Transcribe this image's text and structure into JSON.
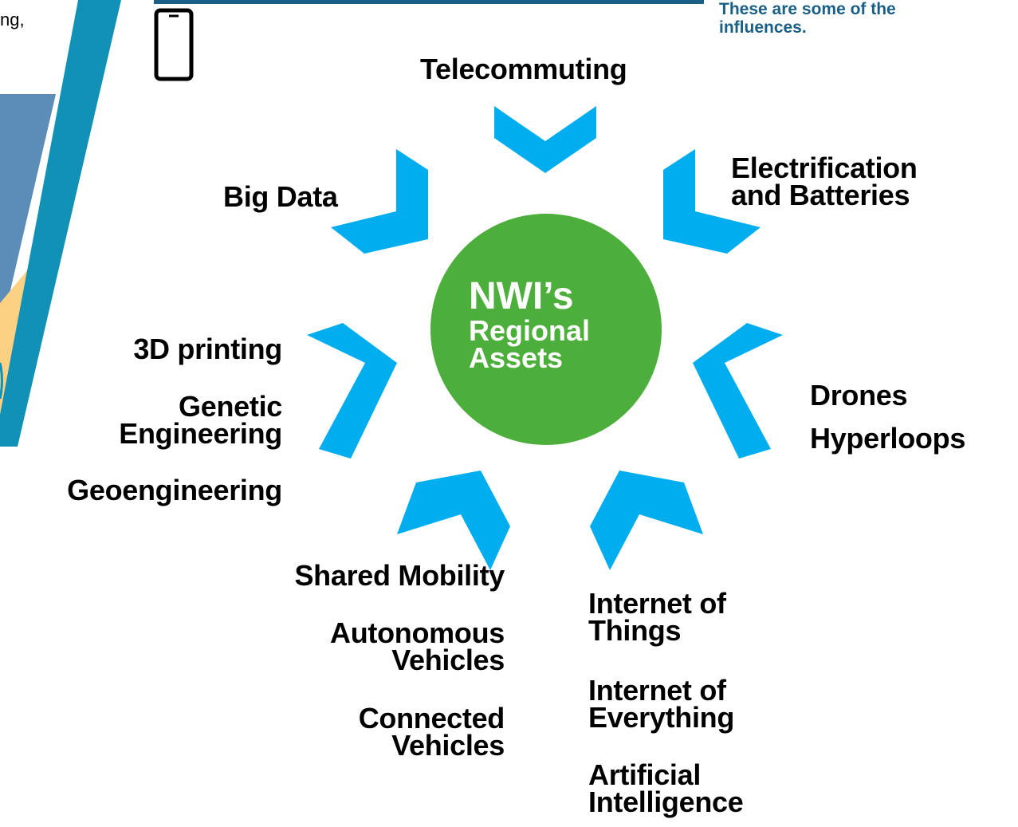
{
  "colors": {
    "arrow": "#00adef",
    "center_circle": "#4caf3b",
    "header_bar": "#1a5f85",
    "note_text": "#1a5f85",
    "panel_teal": "#1191b6",
    "panel_blue": "#5c8db8",
    "panel_peach": "#fcd184"
  },
  "icons": {
    "phone": "smartphone-icon"
  },
  "left_fragment": "ng,",
  "corner_note": [
    "These are some of the",
    "influences."
  ],
  "center": {
    "title": "NWI’s",
    "subtitle": [
      "Regional",
      "Assets"
    ]
  },
  "labels": {
    "telecommuting": [
      "Telecommuting"
    ],
    "big_data": [
      "Big Data"
    ],
    "electrification": [
      "Electrification",
      "and Batteries"
    ],
    "printing_3d": [
      "3D printing"
    ],
    "genetic": [
      "Genetic",
      "Engineering"
    ],
    "geoengineering": [
      "Geoengineering"
    ],
    "drones": [
      "Drones"
    ],
    "hyperloops": [
      "Hyperloops"
    ],
    "shared_mobility": [
      "Shared Mobility"
    ],
    "autonomous": [
      "Autonomous",
      "Vehicles"
    ],
    "connected": [
      "Connected",
      "Vehicles"
    ],
    "iot": [
      "Internet of",
      "Things"
    ],
    "ioe": [
      "Internet of",
      "Everything"
    ],
    "ai": [
      "Artificial",
      "Intelligence"
    ]
  }
}
